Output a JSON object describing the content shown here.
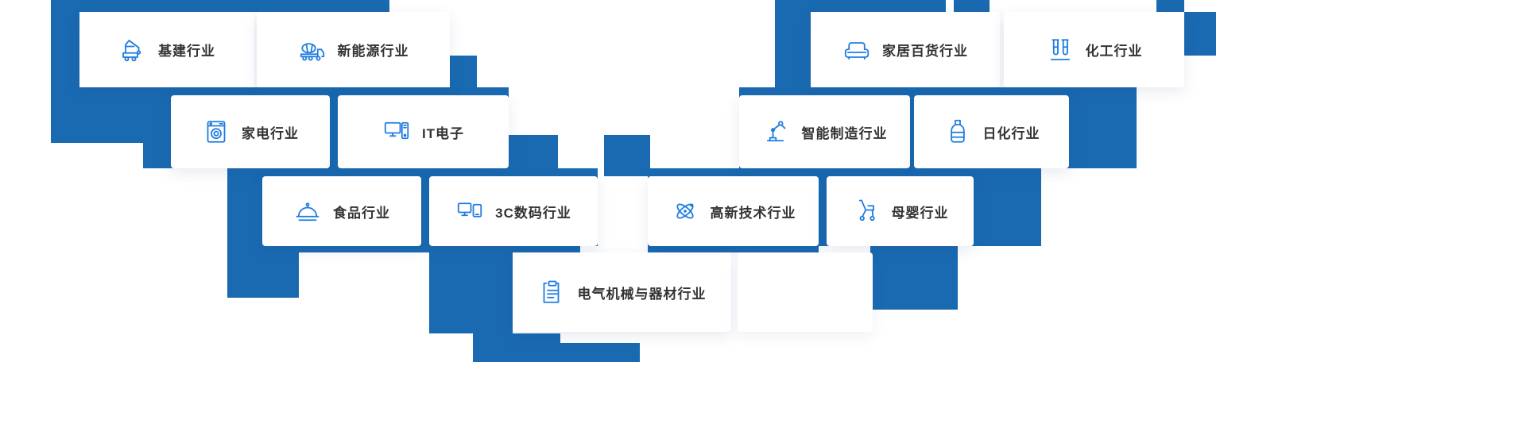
{
  "colors": {
    "map_blue": "#1a6ab2",
    "icon_blue": "#1e7ce0",
    "text_dark": "#333333",
    "card_bg": "#ffffff"
  },
  "industries": [
    {
      "label": "基建行业",
      "icon": "crane-icon"
    },
    {
      "label": "新能源行业",
      "icon": "mixer-truck-icon"
    },
    {
      "label": "家居百货行业",
      "icon": "sofa-icon"
    },
    {
      "label": "化工行业",
      "icon": "test-tubes-icon"
    },
    {
      "label": "家电行业",
      "icon": "washing-machine-icon"
    },
    {
      "label": "IT电子",
      "icon": "desktop-computer-icon"
    },
    {
      "label": "智能制造行业",
      "icon": "robot-arm-icon"
    },
    {
      "label": "日化行业",
      "icon": "lotion-bottle-icon"
    },
    {
      "label": "食品行业",
      "icon": "food-cloche-icon"
    },
    {
      "label": "3C数码行业",
      "icon": "monitors-icon"
    },
    {
      "label": "高新技术行业",
      "icon": "atom-icon"
    },
    {
      "label": "母婴行业",
      "icon": "stroller-icon"
    },
    {
      "label": "电气机械与器材行业",
      "icon": "document-icon"
    }
  ]
}
